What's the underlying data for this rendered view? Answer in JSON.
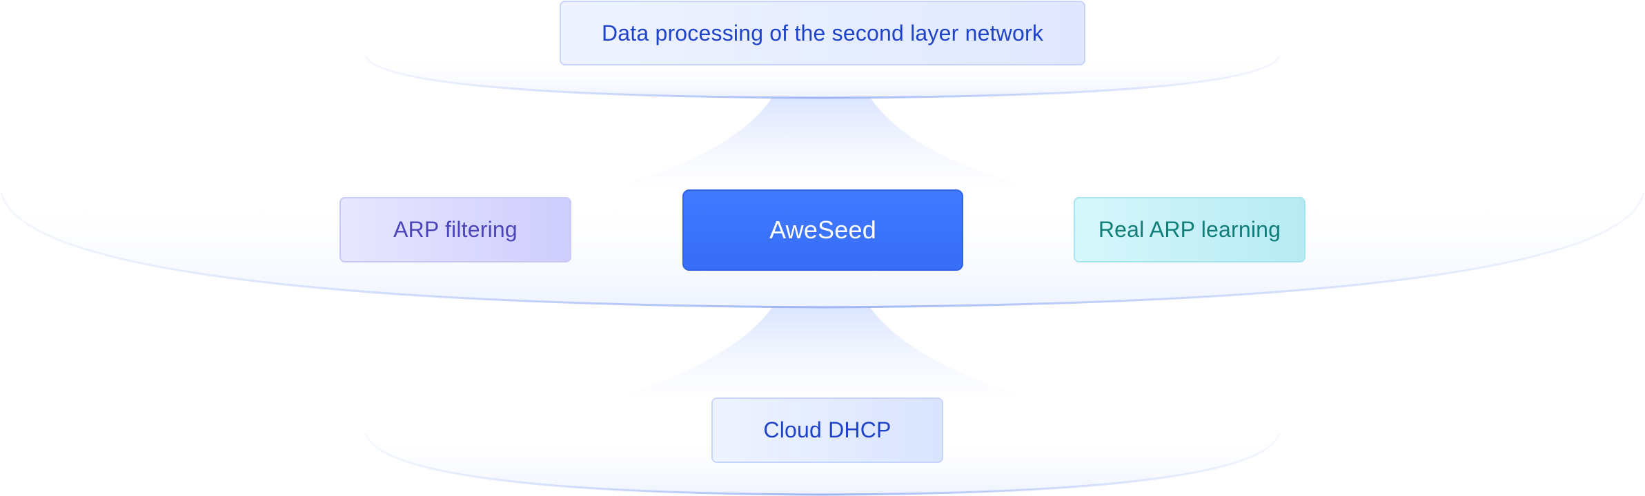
{
  "diagram": {
    "top_layer": {
      "label": "Data processing of the second layer network"
    },
    "middle_layer": {
      "left": {
        "label": "ARP filtering"
      },
      "center": {
        "label": "AweSeed"
      },
      "right": {
        "label": "Real ARP learning"
      }
    },
    "bottom_layer": {
      "label": "Cloud DHCP"
    }
  }
}
